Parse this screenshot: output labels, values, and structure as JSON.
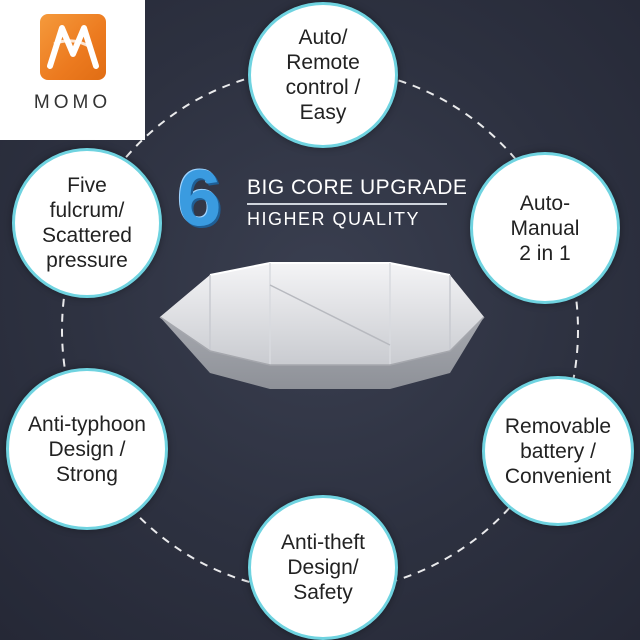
{
  "brand": {
    "logo_letter_icon": "m-monogram-icon",
    "name": "MOMO",
    "color": "#ec7a1f"
  },
  "headline": {
    "number": "6",
    "line1": "BIG CORE UPGRADE",
    "line2": "HIGHER QUALITY",
    "number_color": "#3a9be0"
  },
  "features": {
    "auto_remote": "Auto/\nRemote\ncontrol /\nEasy",
    "auto_manual": "Auto-\nManual\n2 in 1",
    "removable_battery": "Removable\nbattery /\nConvenient",
    "anti_theft": "Anti-theft\nDesign/\nSafety",
    "anti_typhoon": "Anti-typhoon\nDesign /\nStrong",
    "five_fulcrum": "Five\nfulcrum/\nScattered\npressure"
  },
  "colors": {
    "background": "#2d3140",
    "bubble_border": "#6fd3e0",
    "ring": "#ffffff"
  },
  "product_icon": "car-umbrella-canopy-icon"
}
